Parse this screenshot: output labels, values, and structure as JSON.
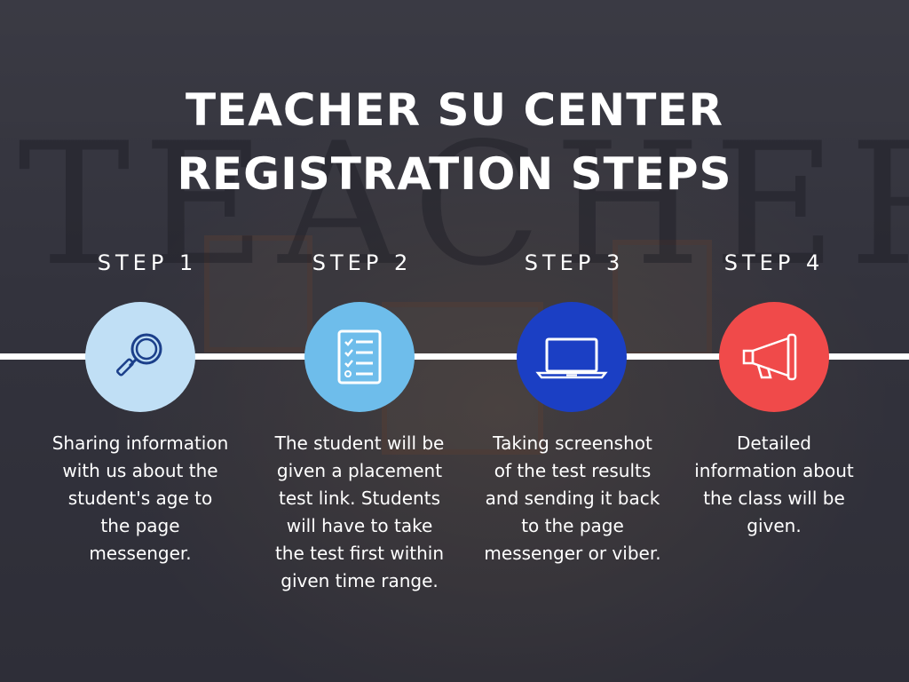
{
  "title": "TEACHER SU CENTER\nREGISTRATION STEPS",
  "title_lines": [
    "TEACHER SU CENTER",
    "REGISTRATION STEPS"
  ],
  "background_text": "TEACHER SU",
  "steps": [
    {
      "label": "STEP 1",
      "icon": "magnifier-icon",
      "color": "#c0dff5",
      "description": "Sharing information with us about the student's age to the page messenger."
    },
    {
      "label": "STEP 2",
      "icon": "checklist-icon",
      "color": "#6ebdeb",
      "description": "The student will be given a placement test link. Students will have to take the test first within given time range."
    },
    {
      "label": "STEP 3",
      "icon": "laptop-icon",
      "color": "#1b3fc4",
      "description": "Taking screenshot of the test results and sending it back to the page messenger or viber."
    },
    {
      "label": "STEP 4",
      "icon": "megaphone-icon",
      "color": "#f04a4a",
      "description": "Detailed information about the class will be given."
    }
  ],
  "colors": {
    "text": "#ffffff",
    "timeline": "#ffffff"
  }
}
